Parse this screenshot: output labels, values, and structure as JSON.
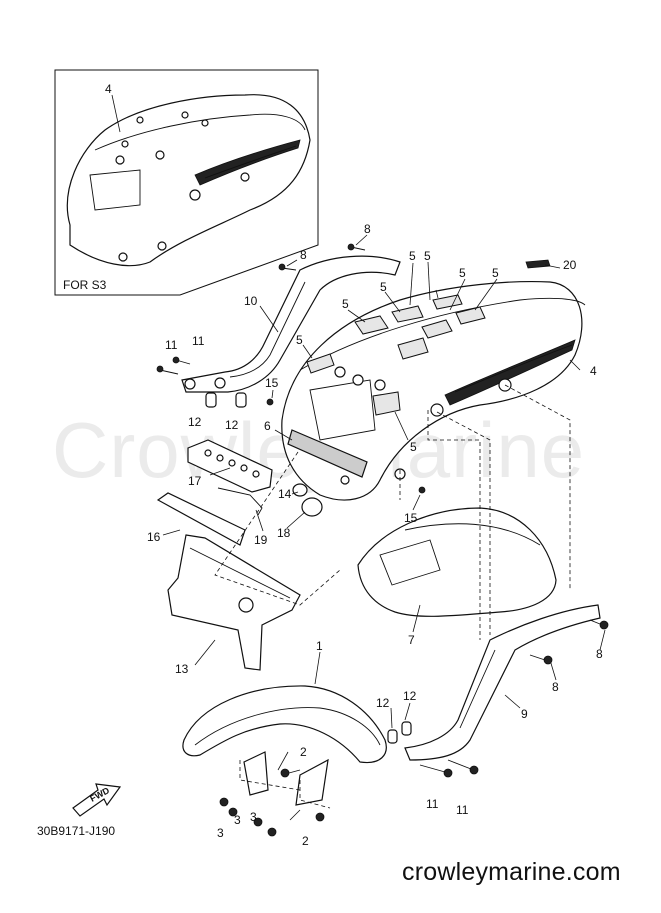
{
  "watermark": "CrowleyMarine",
  "inset": {
    "note": "FOR S3",
    "label": "4"
  },
  "callouts": {
    "c4a": "4",
    "c8a": "8",
    "c8b": "8",
    "c5a": "5",
    "c5b": "5",
    "c5c": "5",
    "c5d": "5",
    "c5e": "5",
    "c5f": "5",
    "c5g": "5",
    "c20": "20",
    "c10": "10",
    "c11a": "11",
    "c11b": "11",
    "c15a": "15",
    "c4b": "4",
    "c12a": "12",
    "c12b": "12",
    "c6": "6",
    "c17": "17",
    "c14": "14",
    "c18": "18",
    "c19": "19",
    "c16": "16",
    "c15b": "15",
    "c5h": "5",
    "c7": "7",
    "c8c": "8",
    "c8d": "8",
    "c13": "13",
    "c1": "1",
    "c9": "9",
    "c12c": "12",
    "c12d": "12",
    "c2a": "2",
    "c3a": "3",
    "c3b": "3",
    "c3c": "3",
    "c2b": "2",
    "c11c": "11",
    "c11d": "11"
  },
  "fwd_label": "FWD",
  "diagram_code": "30B9171-J190",
  "site": "crowleymarine.com"
}
